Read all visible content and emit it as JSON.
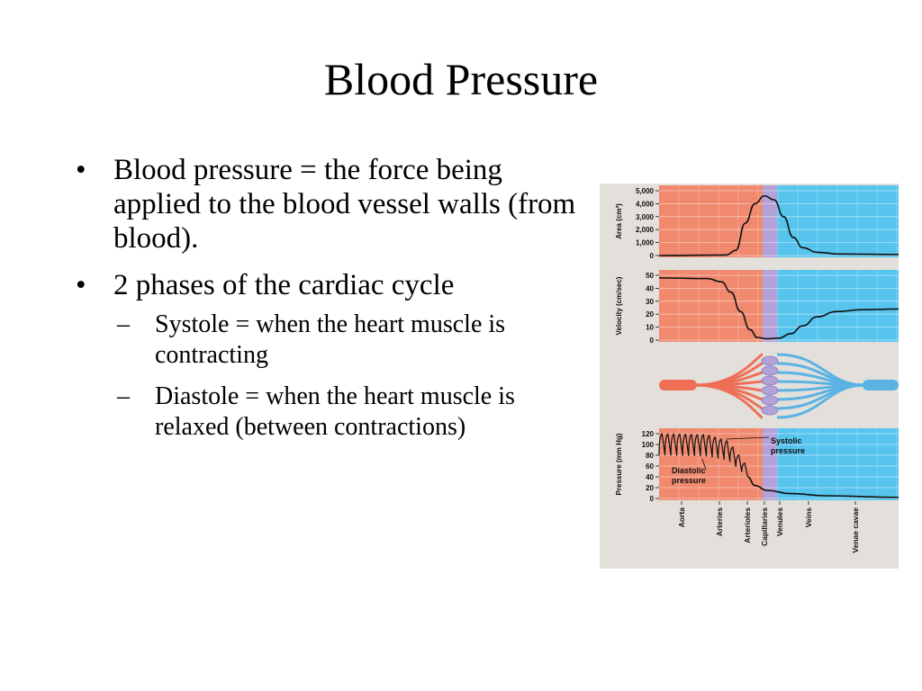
{
  "slide": {
    "title": "Blood Pressure",
    "bullet_mark": "•",
    "dash_mark": "–",
    "bullets": [
      {
        "text": "Blood pressure =  the force being applied to the blood vessel walls (from blood).",
        "sub": []
      },
      {
        "text": "2 phases of the cardiac cycle",
        "sub": [
          {
            "text": "Systole = when the heart muscle is contracting"
          },
          {
            "text": "Diastole = when the heart muscle is relaxed (between contractions)"
          }
        ]
      }
    ]
  },
  "figure": {
    "colors": {
      "arterial": "#f0896e",
      "capillary": "#b3a2d8",
      "venous": "#57c4ee",
      "vessel_red": "#ef6f55",
      "vessel_blue": "#5ab3e2",
      "curve": "#111111",
      "background": "#e3e0dc"
    },
    "vessel_labels": [
      "Aorta",
      "Arteries",
      "Arterioles",
      "Capillaries",
      "Venules",
      "Veins",
      "Venae cavae"
    ],
    "annotations": {
      "systolic": [
        "Systolic",
        "pressure"
      ],
      "diastolic": [
        "Diastolic",
        "pressure"
      ]
    },
    "chart_data": [
      {
        "type": "line",
        "ylabel": "Area (cm²)",
        "ylim": [
          0,
          5000
        ],
        "yticks": [
          "5,000",
          "4,000",
          "3,000",
          "2,000",
          "1,000",
          "0"
        ],
        "x_regions": [
          "arterial",
          "capillary",
          "venous"
        ],
        "curve": [
          [
            0,
            0
          ],
          [
            28,
            40
          ],
          [
            32,
            400
          ],
          [
            36,
            2500
          ],
          [
            40,
            4000
          ],
          [
            44,
            4600
          ],
          [
            48,
            4300
          ],
          [
            52,
            3000
          ],
          [
            56,
            1400
          ],
          [
            60,
            600
          ],
          [
            66,
            250
          ],
          [
            75,
            120
          ],
          [
            100,
            80
          ]
        ]
      },
      {
        "type": "line",
        "ylabel": "Velocity (cm/sec)",
        "ylim": [
          0,
          50
        ],
        "yticks": [
          "50",
          "40",
          "30",
          "20",
          "10",
          "0"
        ],
        "x_regions": [
          "arterial",
          "capillary",
          "venous"
        ],
        "curve": [
          [
            0,
            48
          ],
          [
            20,
            47.5
          ],
          [
            26,
            45
          ],
          [
            30,
            37
          ],
          [
            34,
            22
          ],
          [
            38,
            8
          ],
          [
            41,
            2
          ],
          [
            45,
            1
          ],
          [
            50,
            1.5
          ],
          [
            55,
            5
          ],
          [
            60,
            11
          ],
          [
            66,
            18
          ],
          [
            74,
            22
          ],
          [
            85,
            23.5
          ],
          [
            100,
            24
          ]
        ]
      },
      {
        "type": "line",
        "ylabel": "Pressure (mm Hg)",
        "ylim": [
          0,
          120
        ],
        "yticks": [
          "120",
          "100",
          "80",
          "60",
          "40",
          "20",
          "0"
        ],
        "x_regions": [
          "arterial",
          "capillary",
          "venous"
        ],
        "systolic_envelope": [
          [
            0,
            120
          ],
          [
            20,
            118
          ],
          [
            29,
            106
          ],
          [
            37,
            58
          ]
        ],
        "diastolic_envelope": [
          [
            0,
            80
          ],
          [
            20,
            78
          ],
          [
            29,
            70
          ],
          [
            37,
            40
          ]
        ],
        "pulses": 15,
        "venous_curve": [
          [
            37,
            40
          ],
          [
            40,
            24
          ],
          [
            45,
            15
          ],
          [
            55,
            9
          ],
          [
            70,
            5
          ],
          [
            100,
            2
          ]
        ]
      }
    ]
  }
}
